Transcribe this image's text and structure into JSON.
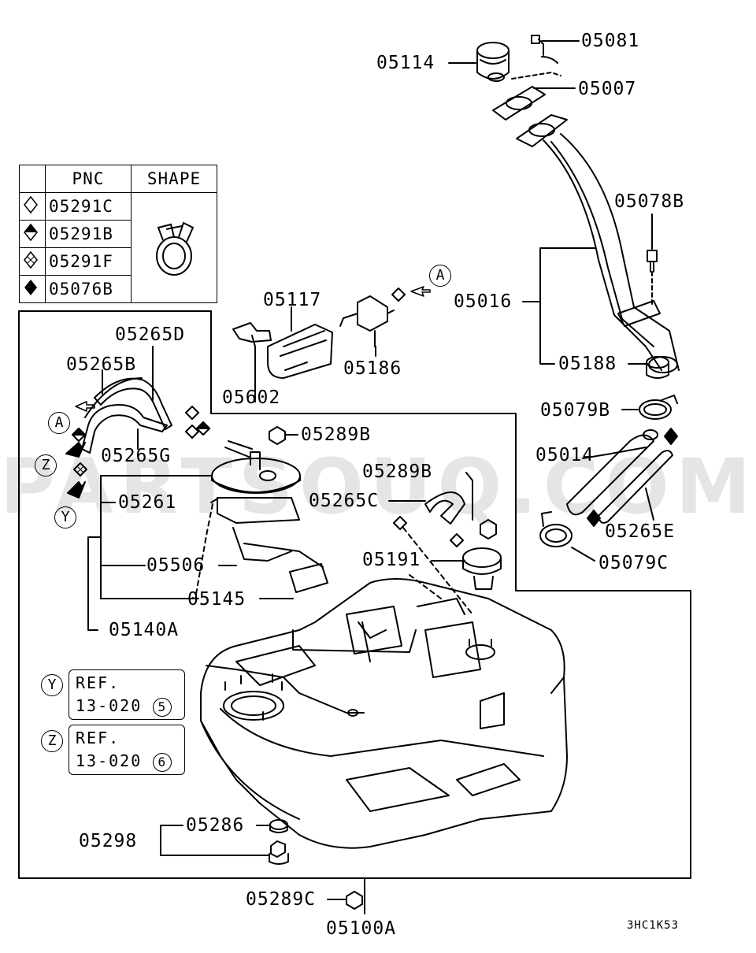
{
  "watermark": "PARTSOUQ.COM",
  "code": "3HC1K53",
  "legend": {
    "headers": {
      "pnc": "PNC",
      "shape": "SHAPE"
    },
    "rows": [
      {
        "symbol": "diamond-outline-icon",
        "pnc": "05291C"
      },
      {
        "symbol": "diamond-half-icon",
        "pnc": "05291B"
      },
      {
        "symbol": "diamond-hatched-icon",
        "pnc": "05291F"
      },
      {
        "symbol": "diamond-solid-icon",
        "pnc": "05076B"
      }
    ]
  },
  "labels": {
    "p05081": "05081",
    "p05114": "05114",
    "p05007": "05007",
    "p05078B": "05078B",
    "p05016": "05016",
    "p05188": "05188",
    "p05079B": "05079B",
    "p05014": "05014",
    "p05265E": "05265E",
    "p05079C": "05079C",
    "p05117": "05117",
    "p05602": "05602",
    "p05186": "05186",
    "p05265D": "05265D",
    "p05265B": "05265B",
    "p05265G": "05265G",
    "p05289B_a": "05289B",
    "p05289B_b": "05289B",
    "p05265C": "05265C",
    "p05261": "05261",
    "p05191": "05191",
    "p05506": "05506",
    "p05145": "05145",
    "p05140A": "05140A",
    "p05286": "05286",
    "p05298": "05298",
    "p05289C": "05289C",
    "p05100A": "05100A"
  },
  "markers": {
    "a": "A",
    "y": "Y",
    "z": "Z"
  },
  "refs": [
    {
      "marker": "Y",
      "line1": "REF.",
      "line2": "13-020",
      "num": "5"
    },
    {
      "marker": "Z",
      "line1": "REF.",
      "line2": "13-020",
      "num": "6"
    }
  ]
}
